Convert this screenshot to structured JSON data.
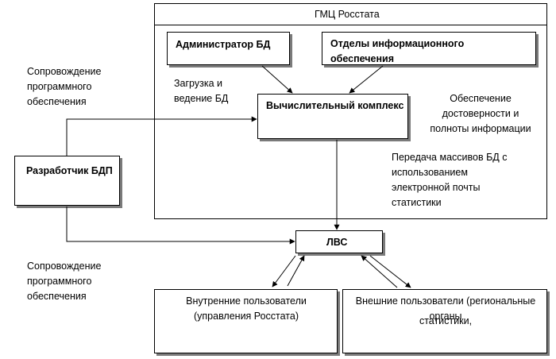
{
  "nodes": {
    "center": {
      "title": "ГМЦ Росстата"
    },
    "admin": {
      "label": "Администратор БД"
    },
    "info_depts": {
      "label": "Отделы информационного обеспечения"
    },
    "computing": {
      "label": "Вычислительный комплекс"
    },
    "developer": {
      "label": "Разработчик БДП"
    },
    "lan": {
      "label": "ЛВС"
    },
    "internal_users": {
      "label": "Внутренние пользователи (управления Росстата)"
    },
    "external_users": {
      "label": "Внешние пользователи (региональные органы",
      "label2": "статистики,"
    }
  },
  "annotations": {
    "software_support_top": "Сопровождение программного обеспечения",
    "software_support_bottom": "Сопровождение программного обеспечения",
    "loading": "Загрузка и ведение БД",
    "reliability": "Обеспечение достоверности и полноты информации",
    "transfer": "Передача массивов БД с использованием электронной почты статистики"
  }
}
